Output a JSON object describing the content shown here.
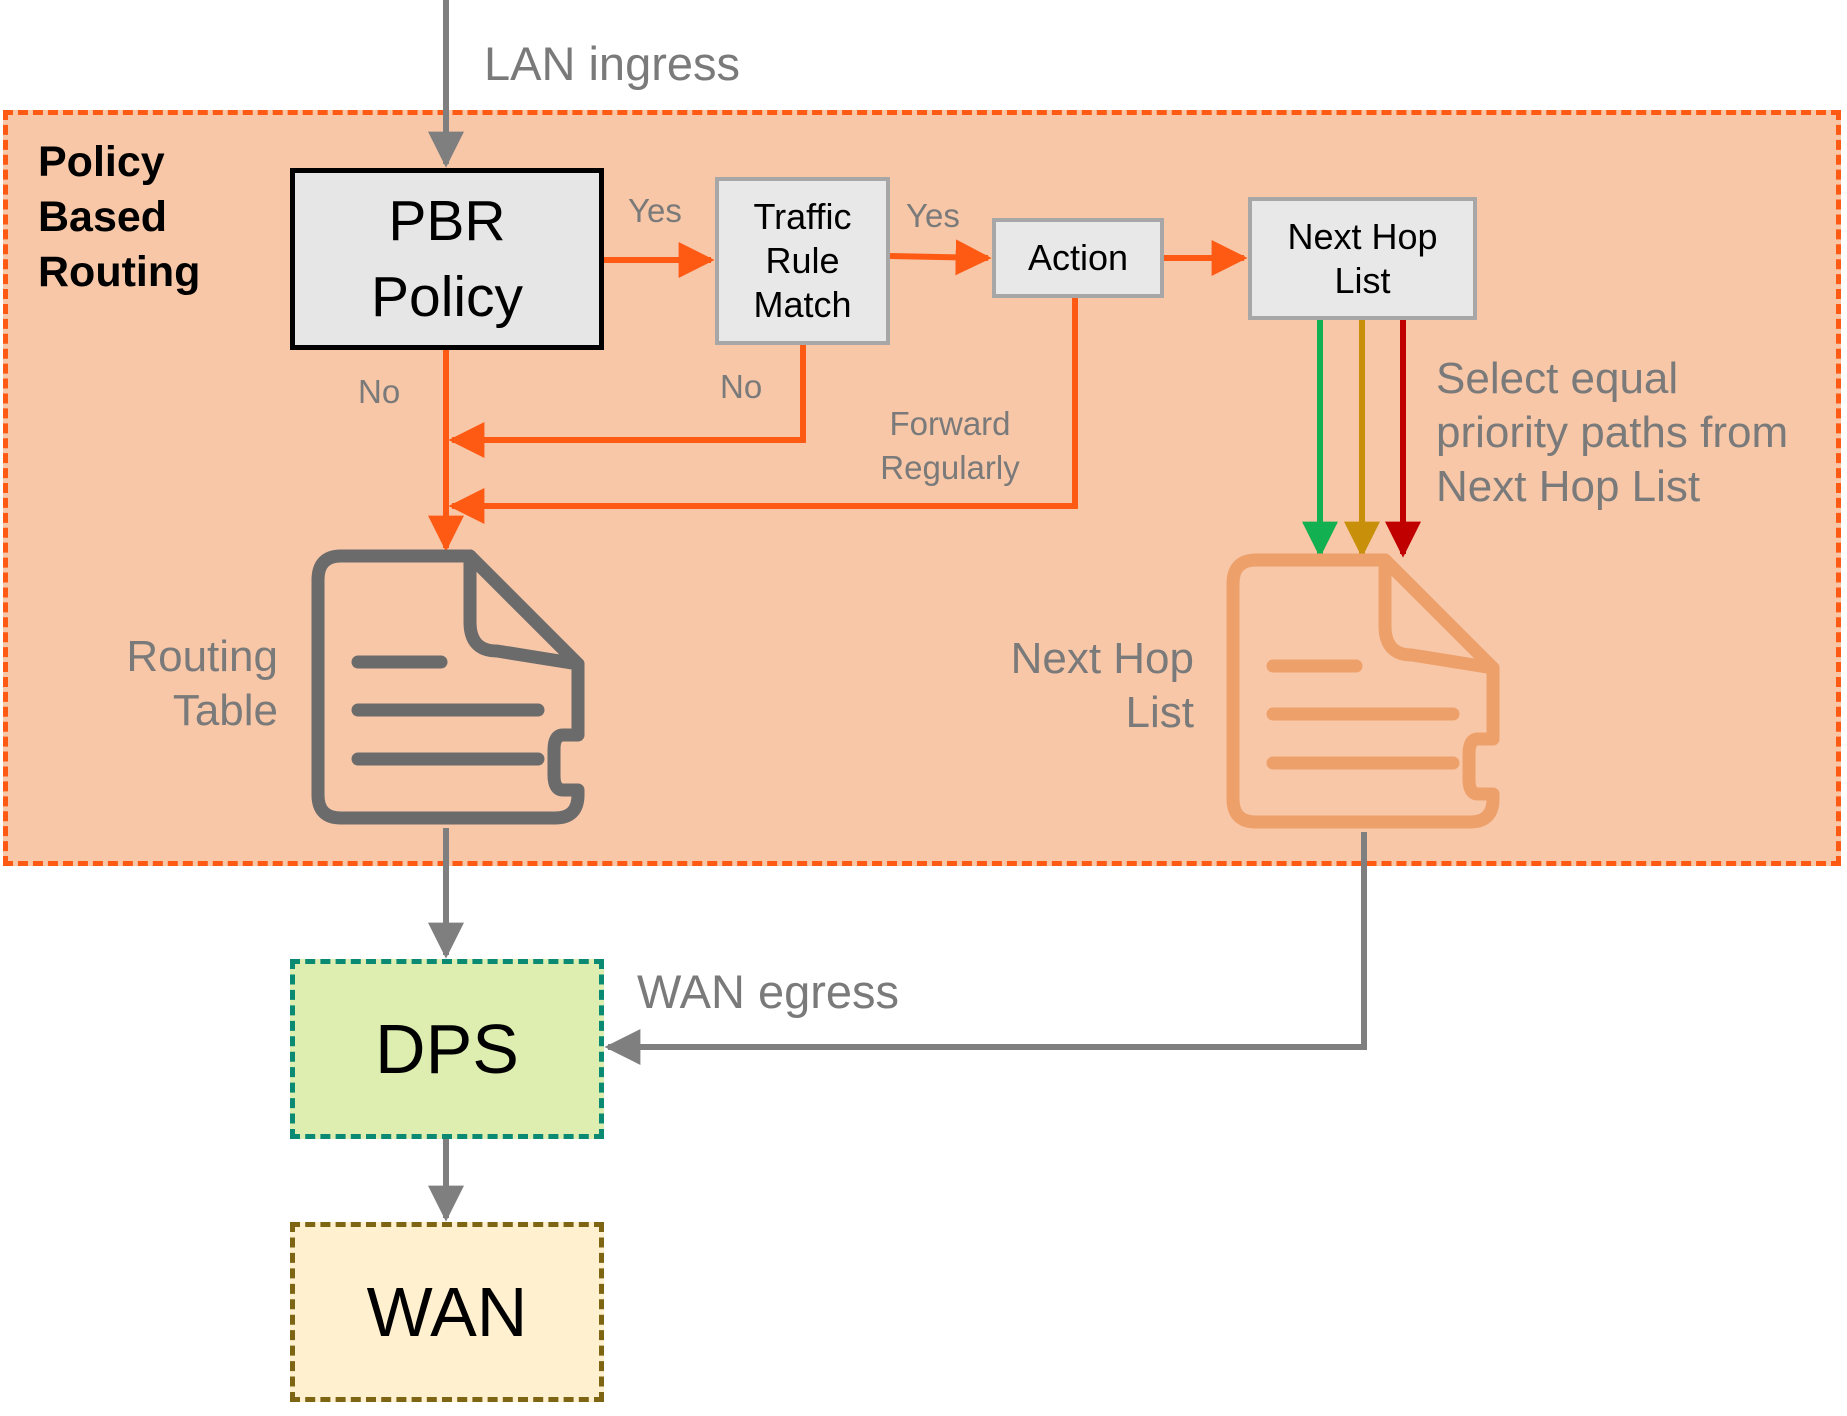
{
  "diagram": {
    "region_title": "Policy\nBased\nRouting",
    "nodes": {
      "pbr_policy": "PBR\nPolicy",
      "traffic_rule_match": "Traffic\nRule\nMatch",
      "action": "Action",
      "next_hop_list": "Next Hop\nList",
      "dps": "DPS",
      "wan": "WAN"
    },
    "edge_labels": {
      "lan_ingress": "LAN ingress",
      "yes_1": "Yes",
      "yes_2": "Yes",
      "no_1": "No",
      "no_2": "No",
      "forward_regularly": "Forward\nRegularly",
      "wan_egress": "WAN egress",
      "select_paths": "Select equal\npriority paths from\nNext Hop List"
    },
    "icons": {
      "routing_table_label": "Routing\nTable",
      "next_hop_list_label": "Next Hop\nList"
    },
    "colors": {
      "region_fill": "#f7c7a8",
      "region_border": "#ff5a14",
      "flow_orange": "#ff5a14",
      "flow_gray": "#7f7f7f",
      "path_green": "#12b050",
      "path_gold": "#c8900a",
      "path_red": "#c00000",
      "dps_fill": "#ddeeb0",
      "dps_border": "#0b8a73",
      "wan_fill": "#fff1cf",
      "wan_border": "#7e6514",
      "doc_icon_gray": "#6b6b6b",
      "doc_icon_orange": "#eea06a"
    }
  }
}
